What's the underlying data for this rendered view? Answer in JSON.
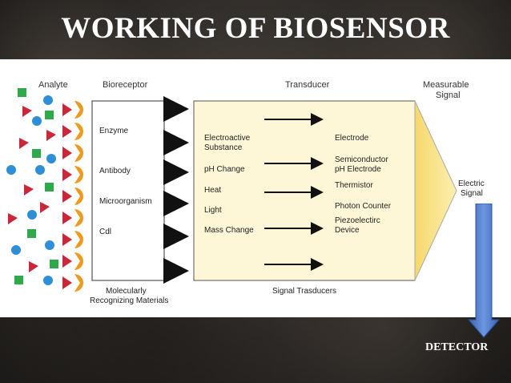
{
  "title": "WORKING OF BIOSENSOR",
  "diagram": {
    "headers": {
      "analyte": "Analyte",
      "bioreceptor": "Bioreceptor",
      "transducer": "Transducer",
      "measurable_signal": "Measurable Signal"
    },
    "bioreceptors": [
      "Enzyme",
      "Antibody",
      "Microorganism",
      "Cdl"
    ],
    "bioreceptor_caption": [
      "Molecularly",
      "Recognizing Materials"
    ],
    "transducer_inputs": [
      "Electroactive Substance",
      "pH Change",
      "Heat",
      "Light",
      "Mass Change"
    ],
    "transducer_devices": [
      "Electrode",
      "Semiconductor pH Electrode",
      "Thermistor",
      "Photon Counter",
      "Piezoelectric Device"
    ],
    "transducer_caption": "Signal Trasducers",
    "output_signal": "Electric Signal",
    "colors": {
      "red": "#c8283a",
      "blue": "#2e8fd6",
      "green": "#2eaa4a",
      "orange": "#ee9a1e",
      "transducer_fill": "#fdf7d7",
      "signal_fill": "#f8df70",
      "arrow_blue": "#4a78c8"
    }
  },
  "detector_label": "DETECTOR"
}
